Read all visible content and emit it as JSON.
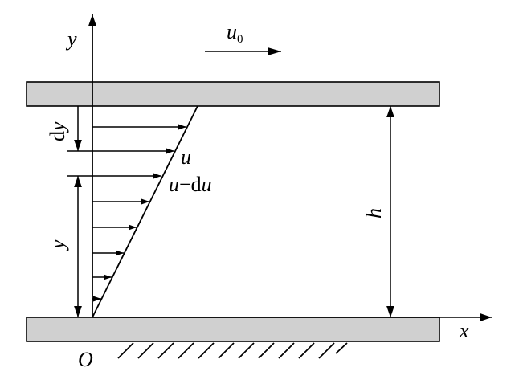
{
  "labels": {
    "y_axis": "y",
    "x_axis": "x",
    "origin": "O",
    "plate_velocity": "u",
    "plate_velocity_sub": "0",
    "dy_d": "d",
    "dy_y": "y",
    "u_label": "u",
    "u_minus": "u",
    "minus_sign": "−",
    "du_d": "d",
    "du_u": "u",
    "h_label": "h",
    "y_distance": "y"
  },
  "colors": {
    "plate_fill": "#d0d0d0",
    "stroke": "#000000"
  }
}
